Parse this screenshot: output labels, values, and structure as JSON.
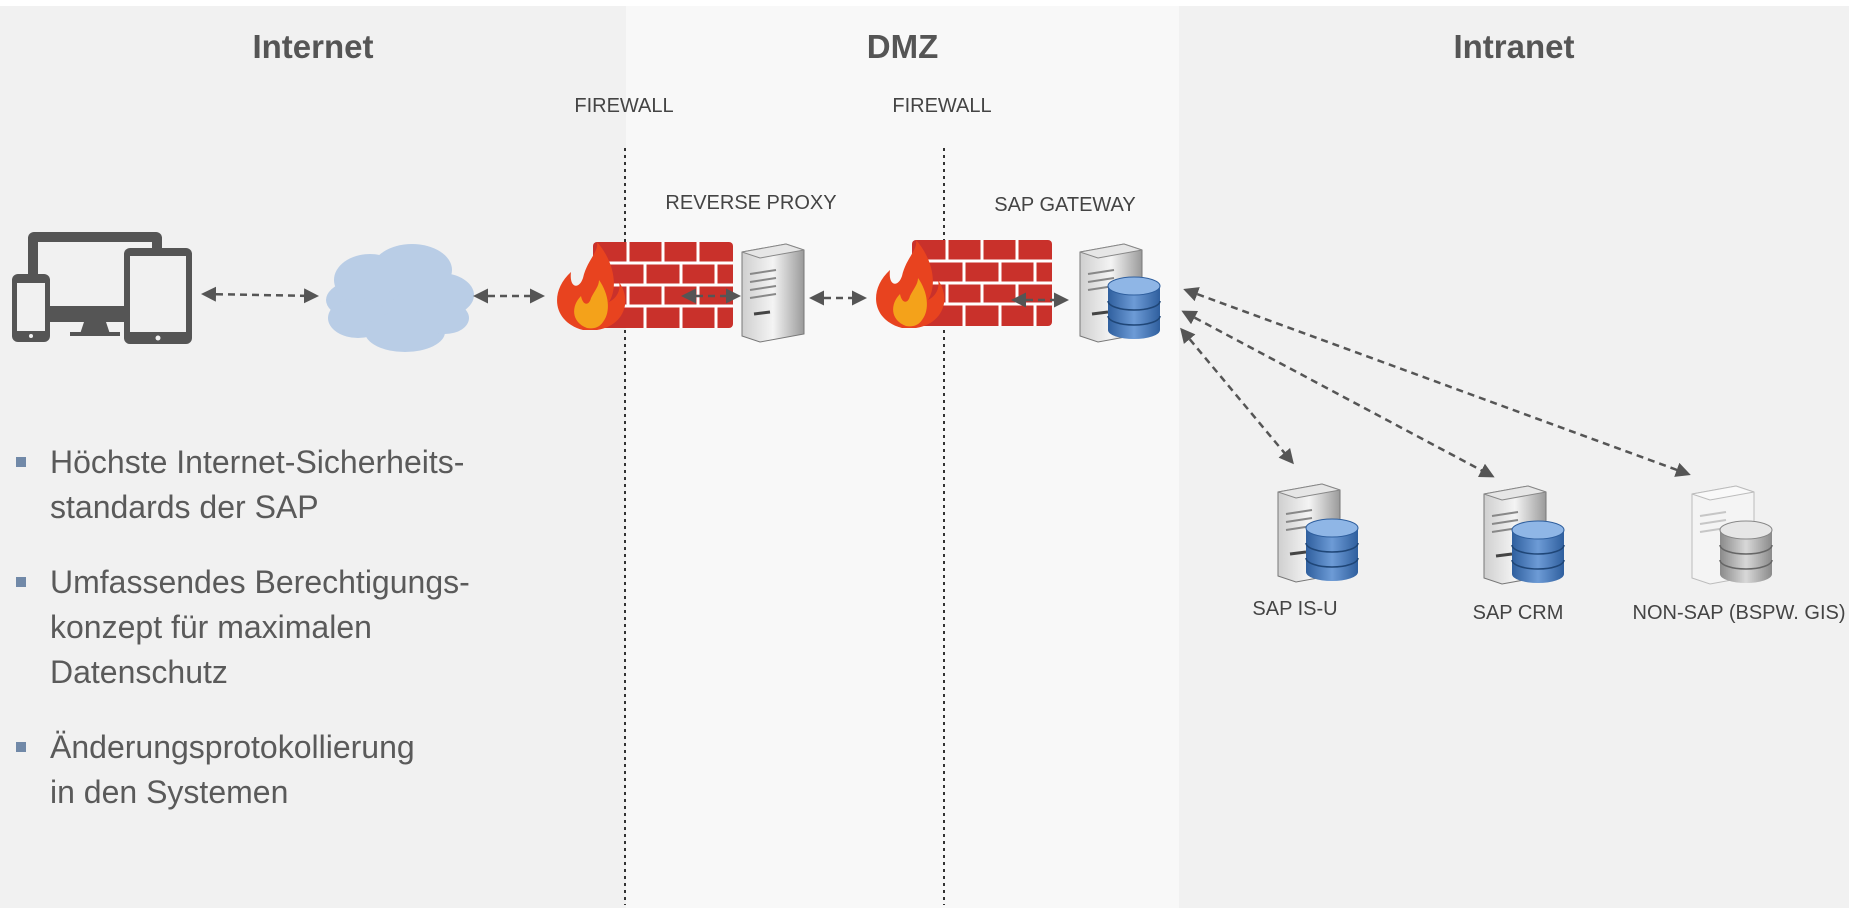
{
  "zones": {
    "internet": "Internet",
    "dmz": "DMZ",
    "intranet": "Intranet"
  },
  "labels": {
    "firewall_1": "FIREWALL",
    "firewall_2": "FIREWALL",
    "reverse_proxy": "REVERSE PROXY",
    "sap_gateway": "SAP GATEWAY",
    "sap_is_u": "SAP IS-U",
    "sap_crm": "SAP CRM",
    "non_sap": "NON-SAP (BSPW. GIS)"
  },
  "bullets": [
    {
      "lines": [
        "Höchste Internet-Sicherheits-",
        "standards der SAP"
      ]
    },
    {
      "lines": [
        "Umfassendes Berechtigungs-",
        "konzept für maximalen",
        "Datenschutz"
      ]
    },
    {
      "lines": [
        "Änderungsprotokollierung",
        "in den Systemen"
      ]
    }
  ],
  "icons": {
    "devices": "devices-icon",
    "cloud": "cloud-icon",
    "firewall": "firewall-icon",
    "server": "server-icon",
    "database": "database-icon"
  },
  "colors": {
    "zone_dark": "#f1f1f1",
    "zone_light": "#f8f8f8",
    "brick": "#c9312b",
    "flame": "#f4a21a",
    "database": "#4a79b8",
    "cloud": "#b9cde6",
    "bullet": "#7189a8"
  }
}
